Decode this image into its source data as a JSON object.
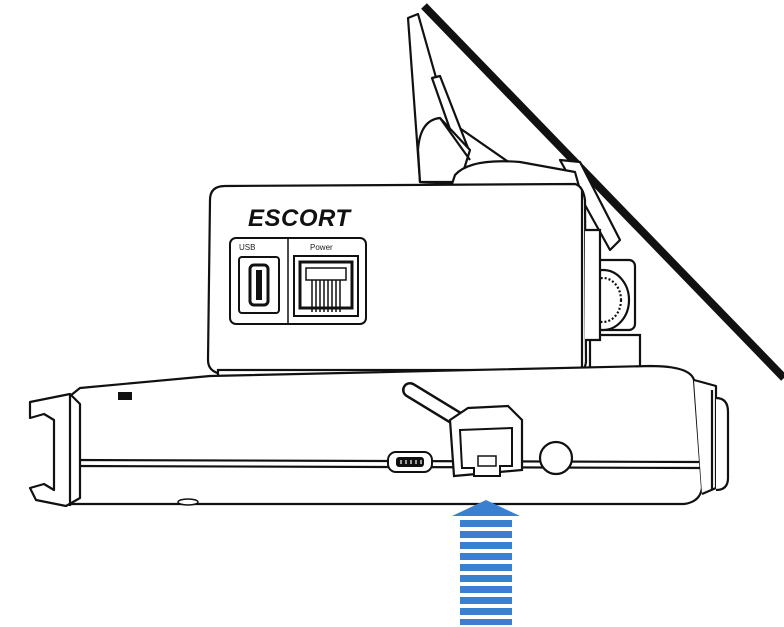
{
  "diagram": {
    "brand_text": "ESCORT",
    "port_labels": {
      "usb": "USB",
      "power": "Power"
    },
    "colors": {
      "outline": "#111111",
      "fill": "#ffffff",
      "arrow": "#3b7fd0",
      "windshield": "#111111"
    },
    "icons": {
      "arrow": "up-arrow-icon"
    }
  }
}
